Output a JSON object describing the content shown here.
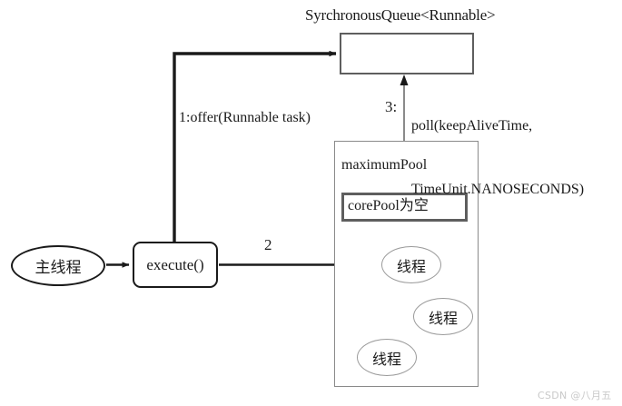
{
  "diagram": {
    "title_note": "Java ThreadPoolExecutor SynchronousQueue flow diagram",
    "queue": {
      "title": "SyrchronousQueue<Runnable>",
      "box_label": ""
    },
    "pool": {
      "outer_label": "maximumPool",
      "core_label": "corePool为空",
      "threads": [
        {
          "label": "线程"
        },
        {
          "label": "线程"
        },
        {
          "label": "线程"
        }
      ]
    },
    "nodes": {
      "main_thread": "主线程",
      "execute": "execute()"
    },
    "edges": {
      "offer": "1:offer(Runnable task)",
      "step2": "2",
      "step3": "3:",
      "poll_line1": "poll(keepAliveTime,",
      "poll_line2": "TimeUnit.NANOSECONDS)"
    },
    "watermark": "CSDN @八月五",
    "colors": {
      "ink": "#1a1a1a",
      "queue_border": "#5e5e5e",
      "pool_border": "#8a8a8a",
      "thread_border": "#9a9a9a",
      "watermark": "#c9c9c9",
      "background": "#ffffff"
    }
  }
}
